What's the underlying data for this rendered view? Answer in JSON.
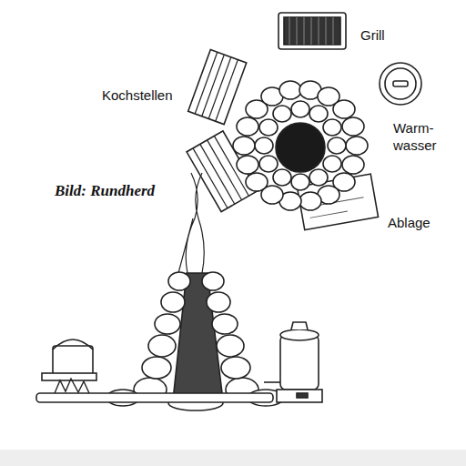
{
  "diagram": {
    "caption": "Bild: Rundherd",
    "labels": [
      "Grill",
      "Kochstellen",
      "Warm- wasser",
      "Ablage"
    ]
  }
}
